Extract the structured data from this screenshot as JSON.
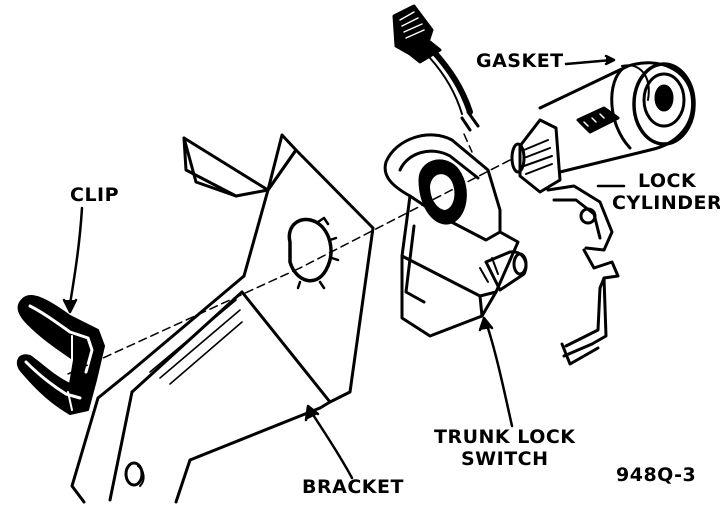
{
  "labels": {
    "gasket": "GASKET",
    "lock_cylinder_line1": "LOCK",
    "lock_cylinder_line2": "CYLINDER",
    "clip": "CLIP",
    "trunk_lock_switch_line1": "TRUNK LOCK",
    "trunk_lock_switch_line2": "SWITCH",
    "bracket": "BRACKET",
    "figure_id": "948Q-3"
  },
  "parts": [
    "wire-connector",
    "trunk-lock-switch",
    "lock-cylinder",
    "gasket",
    "bracket",
    "clip"
  ],
  "colors": {
    "ink": "#000000",
    "paper": "#ffffff"
  }
}
